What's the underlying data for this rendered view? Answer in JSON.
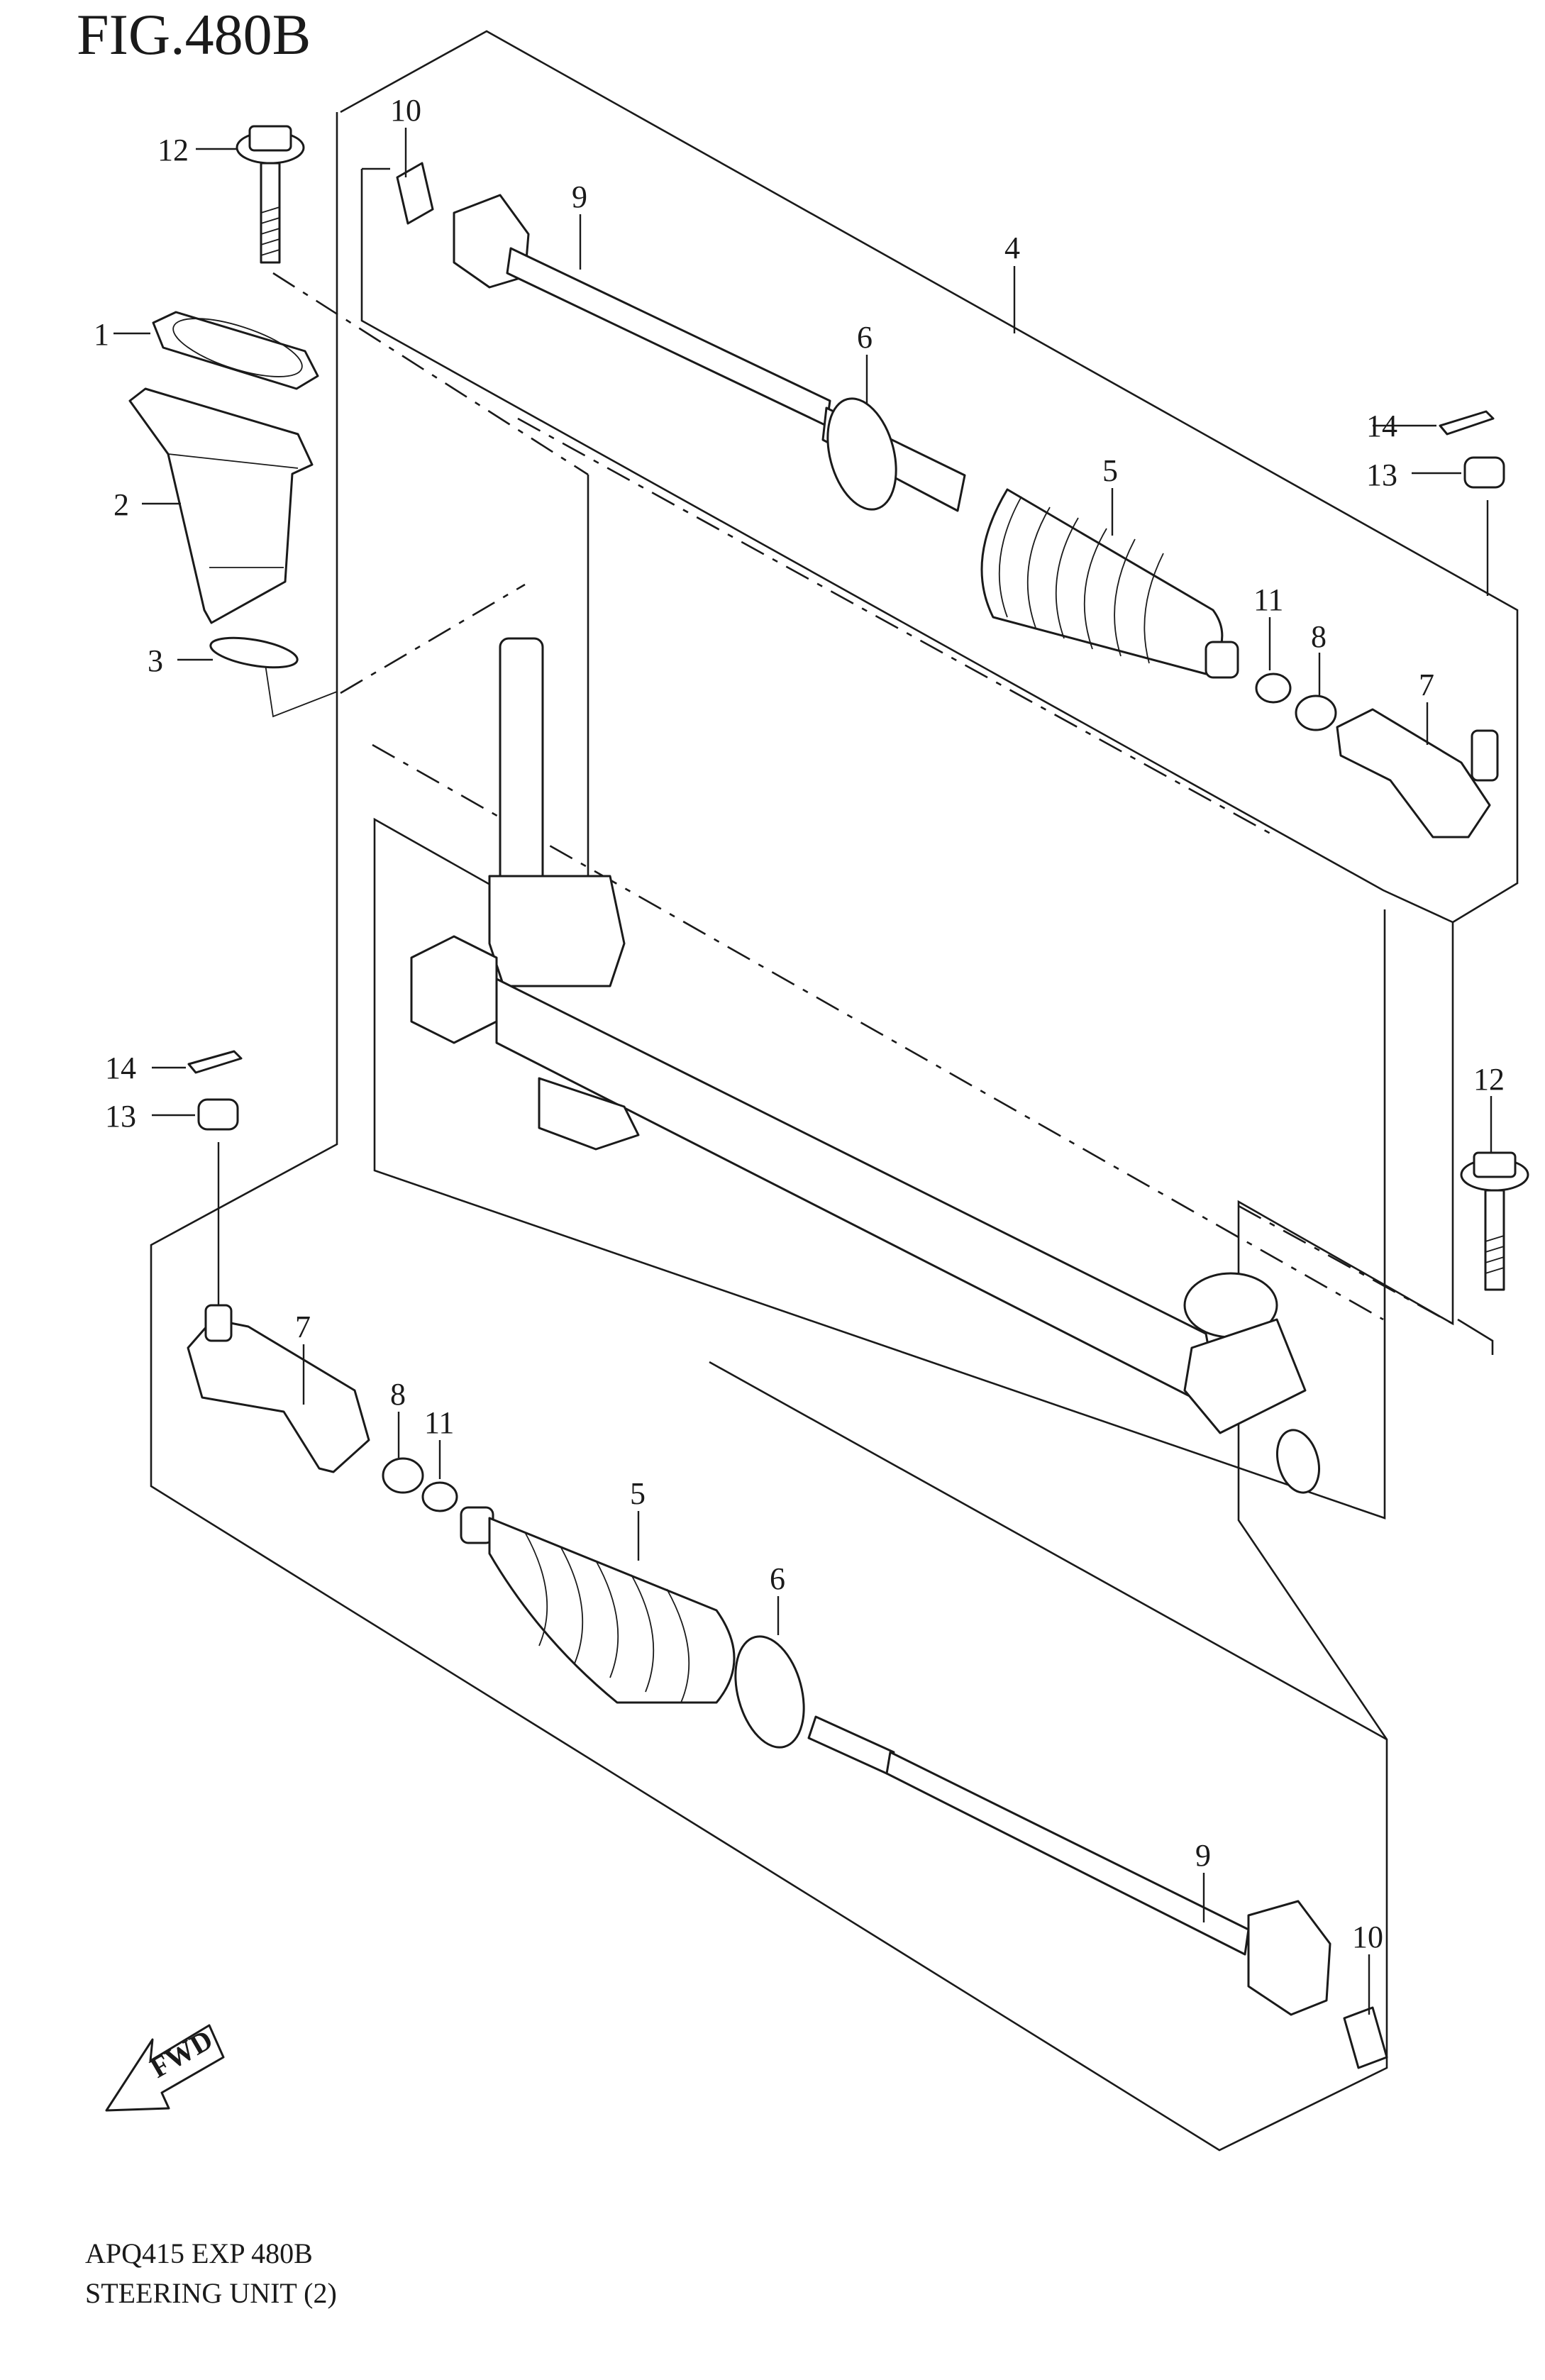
{
  "figure": {
    "title": "FIG.480B",
    "code": "APQ415 EXP 480B",
    "name": "STEERING UNIT (2)",
    "fwd_label": "FWD"
  },
  "callouts": [
    {
      "id": "c1",
      "label": "1"
    },
    {
      "id": "c2",
      "label": "2"
    },
    {
      "id": "c3",
      "label": "3"
    },
    {
      "id": "c4",
      "label": "4"
    },
    {
      "id": "c5a",
      "label": "5"
    },
    {
      "id": "c6a",
      "label": "6"
    },
    {
      "id": "c7a",
      "label": "7"
    },
    {
      "id": "c8a",
      "label": "8"
    },
    {
      "id": "c9a",
      "label": "9"
    },
    {
      "id": "c10a",
      "label": "10"
    },
    {
      "id": "c11a",
      "label": "11"
    },
    {
      "id": "c12a",
      "label": "12"
    },
    {
      "id": "c13a",
      "label": "13"
    },
    {
      "id": "c14a",
      "label": "14"
    },
    {
      "id": "c12b",
      "label": "12"
    },
    {
      "id": "c13b",
      "label": "13"
    },
    {
      "id": "c14b",
      "label": "14"
    },
    {
      "id": "c7b",
      "label": "7"
    },
    {
      "id": "c8b",
      "label": "8"
    },
    {
      "id": "c11b",
      "label": "11"
    },
    {
      "id": "c5b",
      "label": "5"
    },
    {
      "id": "c6b",
      "label": "6"
    },
    {
      "id": "c9b",
      "label": "9"
    },
    {
      "id": "c10b",
      "label": "10"
    }
  ]
}
